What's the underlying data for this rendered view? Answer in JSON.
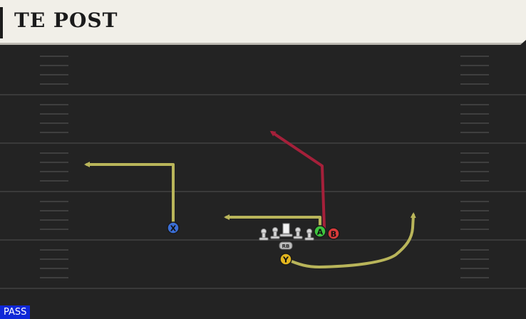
{
  "play": {
    "title": "TE POST",
    "type_badge": "PASS"
  },
  "receivers": [
    {
      "label": "X",
      "color": "#3b6fd6"
    },
    {
      "label": "A",
      "color": "#3fc43f"
    },
    {
      "label": "B",
      "color": "#d83a3a"
    },
    {
      "label": "Y",
      "color": "#e2b51e"
    }
  ],
  "backfield": {
    "label": "RB"
  },
  "routes": {
    "X": "corner-out route",
    "A": "flat route",
    "B": "post route",
    "Y": "wheel route"
  },
  "colors": {
    "route_yellow": "#b9b55a",
    "route_red": "#a5203a",
    "field": "#232323",
    "yard_line": "#3a3a3a",
    "hash": "#3f3f3f"
  }
}
